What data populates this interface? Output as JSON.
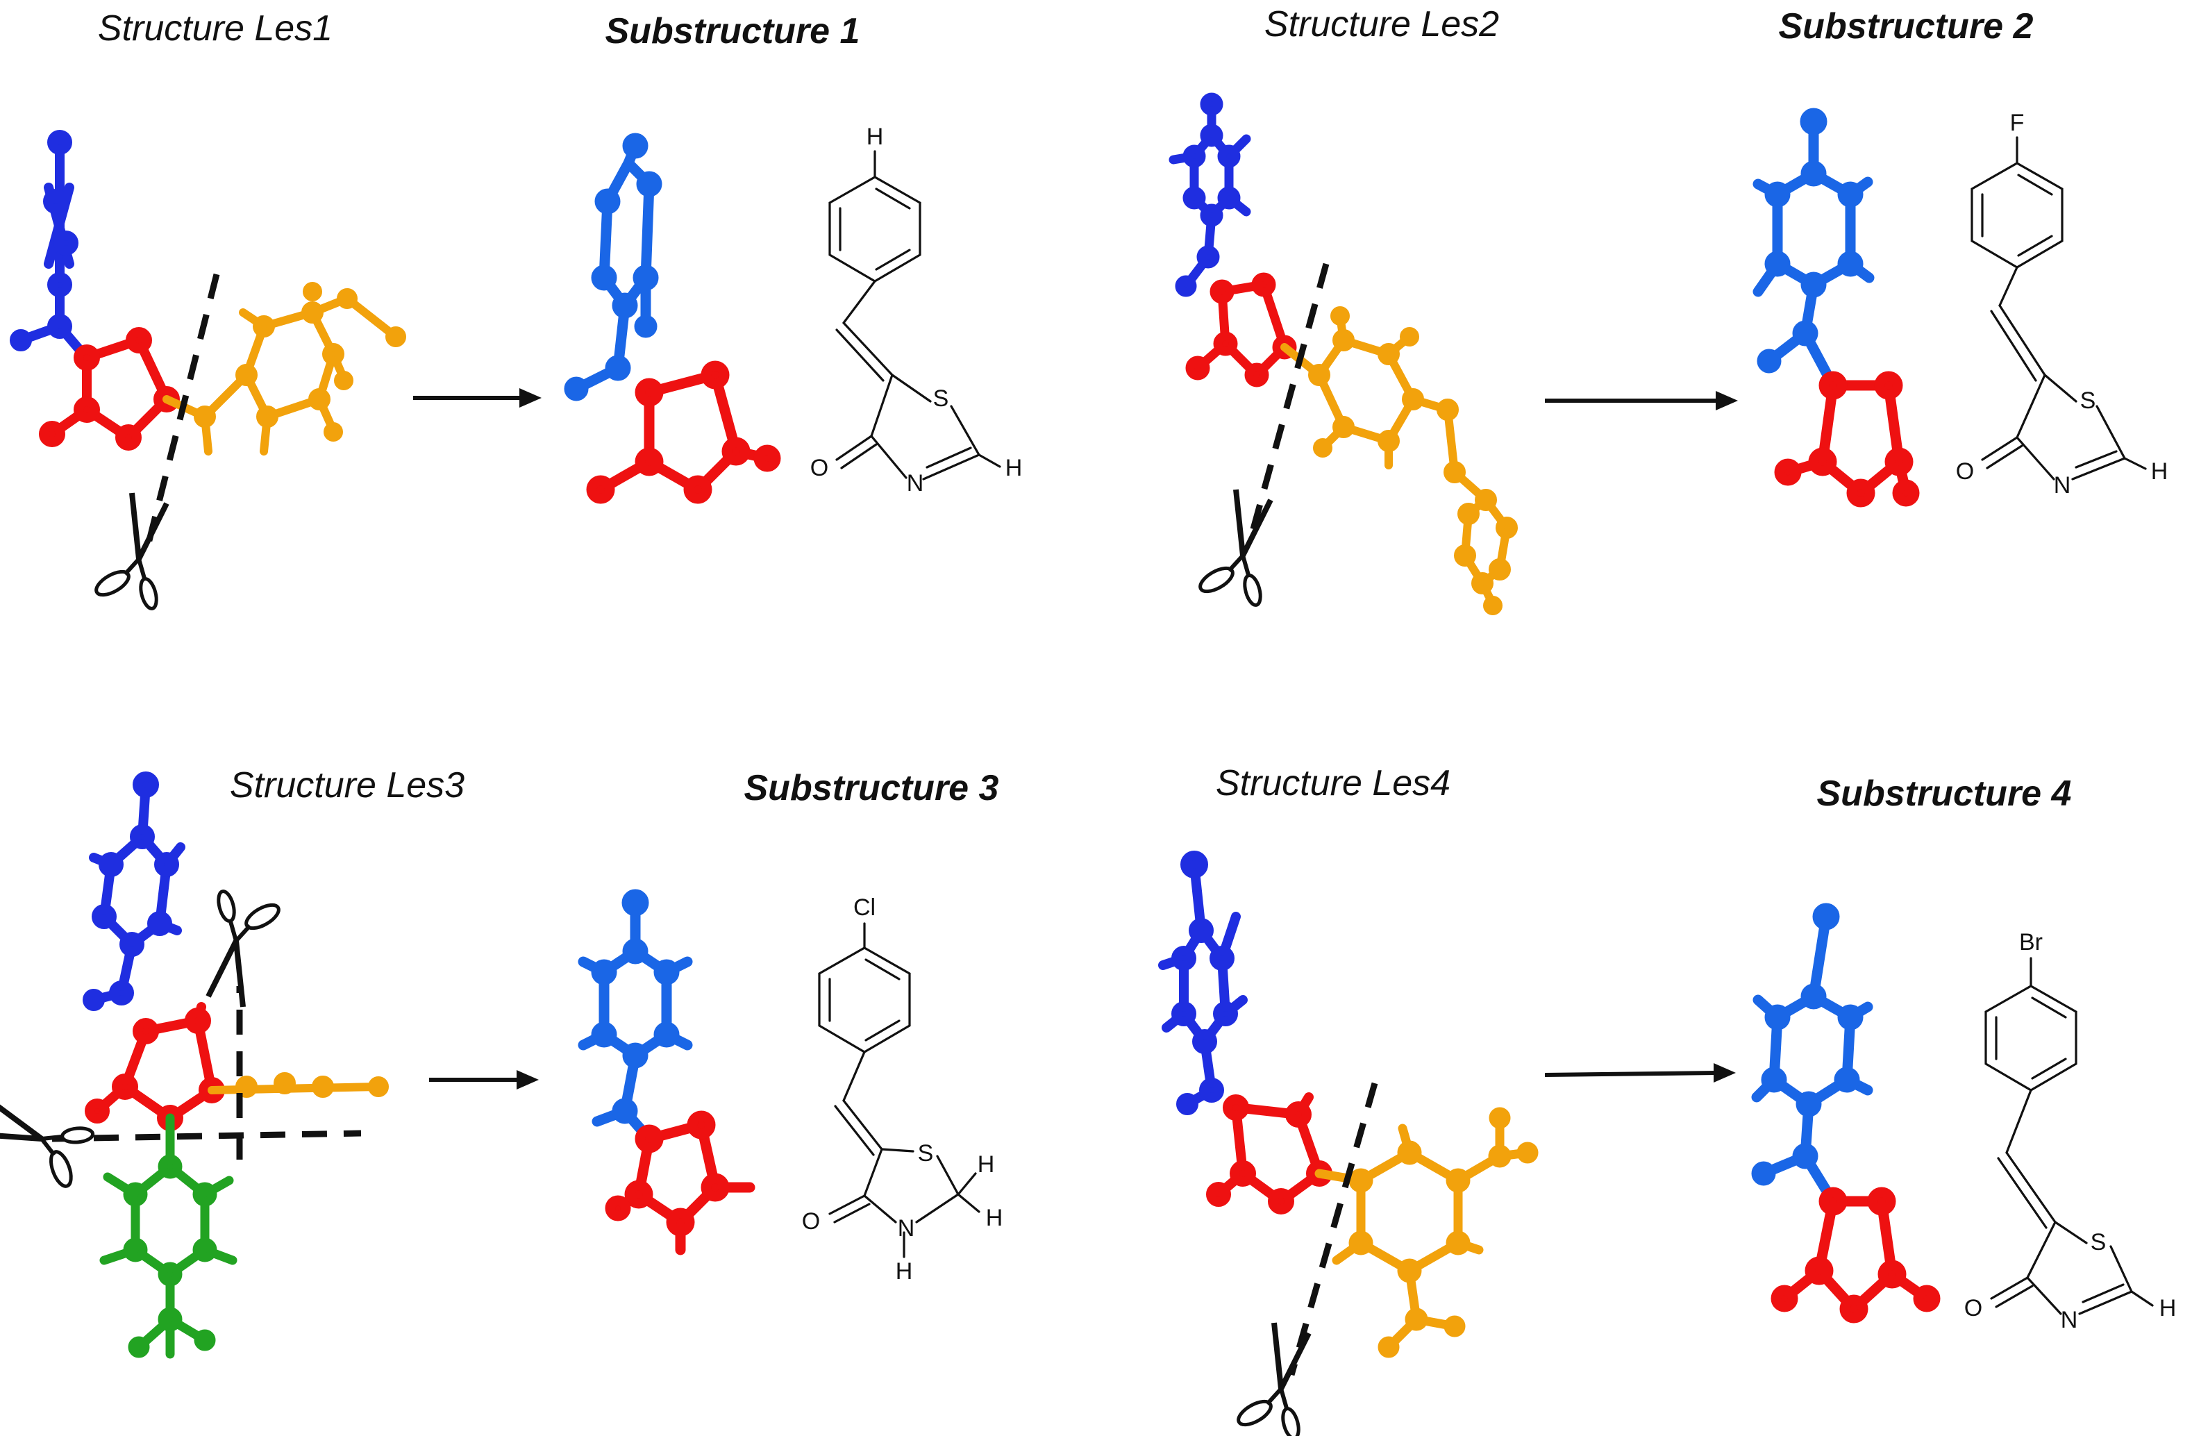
{
  "panels": [
    {
      "structure_title": "Structure Les1",
      "substructure_title": "Substructure 1",
      "para_substituent": "H",
      "ring": {
        "S": "S",
        "O": "O",
        "N": "N",
        "H": "H"
      }
    },
    {
      "structure_title": "Structure Les2",
      "substructure_title": "Substructure 2",
      "para_substituent": "F",
      "ring": {
        "S": "S",
        "O": "O",
        "N": "N",
        "H": "H"
      }
    },
    {
      "structure_title": "Structure Les3",
      "substructure_title": "Substructure 3",
      "para_substituent": "Cl",
      "ring": {
        "S": "S",
        "O": "O",
        "N": "N",
        "H": "H",
        "H2": "H",
        "NH": "H"
      }
    },
    {
      "structure_title": "Structure Les4",
      "substructure_title": "Substructure 4",
      "para_substituent": "Br",
      "ring": {
        "S": "S",
        "O": "O",
        "N": "N",
        "H": "H"
      }
    }
  ],
  "colors": {
    "pyrimidine": "#1f2ee0",
    "pyrimidine_light": "#1a66e6",
    "thiazolidinone": "#ee1111",
    "aryl": "#f2a20c",
    "green_aryl": "#22a322",
    "line": "#111111"
  },
  "icons": [
    "scissors-icon",
    "arrow-right-icon"
  ]
}
